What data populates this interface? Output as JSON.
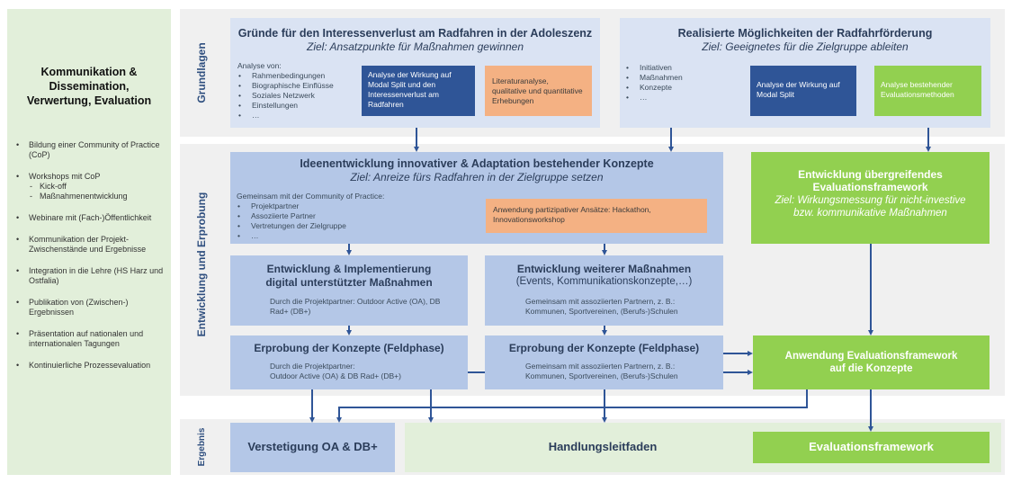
{
  "left_panel": {
    "title_lines": [
      "Kommunikation &",
      "Dissemination,",
      "Verwertung, Evaluation"
    ],
    "items": [
      {
        "text": "Bildung einer Community of Practice (CoP)"
      },
      {
        "text": "Workshops mit CoP",
        "subitems": [
          "Kick-off",
          "Maßnahmenentwicklung"
        ]
      },
      {
        "text": "Webinare mit (Fach-)Öffentlichkeit"
      },
      {
        "text": "Kommunikation der Projekt-Zwischenstände und Ergebnisse"
      },
      {
        "text": "Integration in die Lehre (HS Harz und Ostfalia)"
      },
      {
        "text": "Publikation von (Zwischen-) Ergebnissen"
      },
      {
        "text": "Präsentation auf nationalen und internationalen Tagungen"
      },
      {
        "text": "Kontinuierliche Prozessevaluation"
      }
    ]
  },
  "sections": {
    "grundlagen": "Grundlagen",
    "entwicklung": "Entwicklung und Erprobung",
    "ergebnis": "Ergebnis"
  },
  "gruende": {
    "title": "Gründe für den Interessenverlust am Radfahren in der Adoleszenz",
    "goal": "Ziel: Ansatzpunkte für Maßnahmen gewinnen",
    "list_heading": "Analyse von:",
    "list": [
      "Rahmenbedingungen",
      "Biographische Einflüsse",
      "Soziales Netzwerk",
      "Einstellungen",
      "…"
    ],
    "dark_box": "Analyse der Wirkung auf Modal Split und den Interessenverlust am Radfahren",
    "orange_box": "Literaturanalyse, qualitative und quantitative Erhebungen"
  },
  "realisierte": {
    "title": "Realisierte Möglichkeiten der Radfahrförderung",
    "goal": "Ziel: Geeignetes für die Zielgruppe ableiten",
    "list": [
      "Initiativen",
      "Maßnahmen",
      "Konzepte",
      "…"
    ],
    "dark_box": "Analyse der Wirkung auf Modal Split",
    "green_box": "Analyse bestehender Evaluationsmethoden"
  },
  "ideen": {
    "title": "Ideenentwicklung innovativer & Adaptation bestehender Konzepte",
    "goal": "Ziel: Anreize fürs Radfahren in der Zielgruppe setzen",
    "list_heading": "Gemeinsam mit der Community of Practice:",
    "list": [
      "Projektpartner",
      "Assoziierte Partner",
      "Vertretungen der Zielgruppe",
      "…"
    ],
    "orange_box": "Anwendung partizipativer Ansätze: Hackathon, Innovationsworkshop"
  },
  "eval_dev": {
    "title_lines": [
      "Entwicklung übergreifendes",
      "Evaluationsframework"
    ],
    "goal": "Ziel: Wirkungsmessung für nicht-investive bzw. kommunikative Maßnahmen"
  },
  "digital": {
    "title_lines": [
      "Entwicklung & Implementierung",
      "digital unterstützter Maßnahmen"
    ],
    "text": "Durch die Projektpartner: Outdoor Active (OA), DB Rad+ (DB+)"
  },
  "weitere": {
    "title": "Entwicklung weiterer Maßnahmen",
    "subtitle": "(Events, Kommunikationskonzepte,…)",
    "text_lines": [
      "Gemeinsam mit assoziierten Partnern, z. B.:",
      "Kommunen, Sportvereinen, (Berufs-)Schulen"
    ]
  },
  "erprobung_left": {
    "title": "Erprobung der Konzepte (Feldphase)",
    "text_lines": [
      "Durch die Projektpartner:",
      "Outdoor Active (OA) & DB Rad+ (DB+)"
    ]
  },
  "erprobung_right": {
    "title": "Erprobung der Konzepte (Feldphase)",
    "text_lines": [
      "Gemeinsam mit assoziierten Partnern, z. B.:",
      "Kommunen, Sportvereinen, (Berufs-)Schulen"
    ]
  },
  "eval_apply": {
    "title_lines": [
      "Anwendung Evaluationsframework",
      "auf die Konzepte"
    ]
  },
  "results": {
    "verstetigung": "Verstetigung OA & DB+",
    "handlungsleitfaden": "Handlungsleitfaden",
    "evaluationsframework": "Evaluationsframework"
  },
  "colors": {
    "light_blue": "#dae3f3",
    "mid_blue": "#b4c7e7",
    "dark_blue": "#2f5597",
    "orange": "#f4b183",
    "green": "#92d050",
    "pale_green": "#e2efda",
    "arrow": "#2f5597"
  }
}
